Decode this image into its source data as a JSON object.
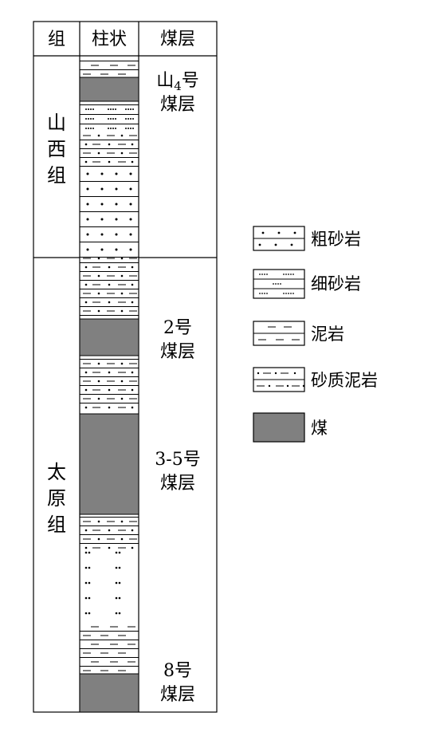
{
  "header": {
    "group": "组",
    "column": "柱状",
    "seam": "煤层"
  },
  "groups": [
    {
      "id": "shanxi",
      "chars": [
        "山",
        "西",
        "组"
      ]
    },
    {
      "id": "taiyuan",
      "chars": [
        "太",
        "原",
        "组"
      ]
    }
  ],
  "seams": [
    {
      "id": "shan4",
      "line1": "山",
      "sub": "4",
      "line1b": "号",
      "line2": "煤层"
    },
    {
      "id": "no2",
      "line1": "2号",
      "line2": "煤层"
    },
    {
      "id": "no3-5",
      "line1": "3-5号",
      "line2": "煤层"
    },
    {
      "id": "no8",
      "line1": "8号",
      "line2": "煤层"
    }
  ],
  "legend": [
    {
      "id": "coarse-sandstone",
      "pattern": "coarse",
      "label": "粗砂岩"
    },
    {
      "id": "fine-sandstone",
      "pattern": "fine",
      "label": "细砂岩"
    },
    {
      "id": "mudstone",
      "pattern": "mud",
      "label": "泥岩"
    },
    {
      "id": "sandy-mudstone",
      "pattern": "sandymud",
      "label": "砂质泥岩"
    },
    {
      "id": "coal",
      "pattern": "coal",
      "label": "煤"
    }
  ],
  "colors": {
    "coal": "#808080",
    "line": "#000000"
  }
}
